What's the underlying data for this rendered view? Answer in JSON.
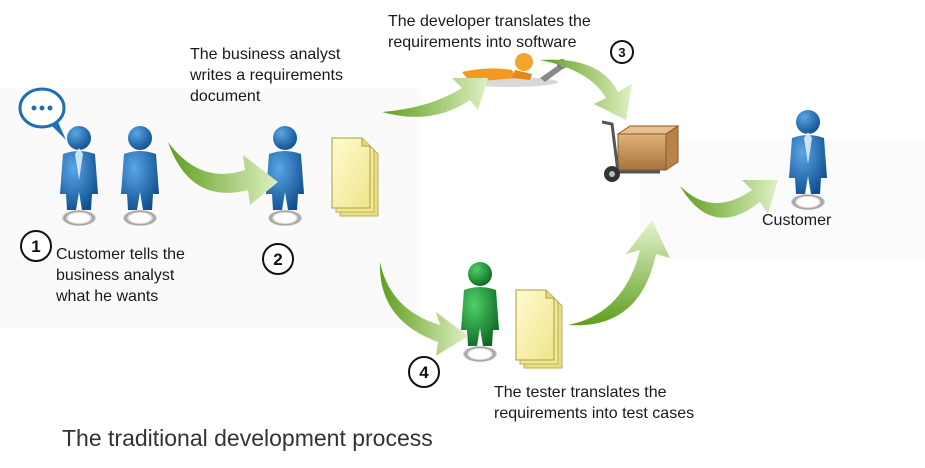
{
  "colors": {
    "person_blue": "#1f6fb5",
    "person_green": "#1f9a3a",
    "arrow_green": "#8cc63f",
    "document_yellow": "#f7f3a0",
    "box_brown": "#c9945a"
  },
  "icons": [
    "speech-bubble-icon",
    "person-icon",
    "document-icon",
    "hand-truck-icon",
    "wrench-icon"
  ],
  "steps": [
    {
      "number": "1",
      "text": "Customer tells the\nbusiness analyst\nwhat he wants"
    },
    {
      "number": "2",
      "text": "The business analyst\nwrites a requirements\ndocument"
    },
    {
      "number": "3",
      "text": "The developer translates the\nrequirements into software"
    },
    {
      "number": "4",
      "text": "The tester translates the\nrequirements into test cases"
    }
  ],
  "customer_label": "Customer",
  "title": "The traditional development process"
}
